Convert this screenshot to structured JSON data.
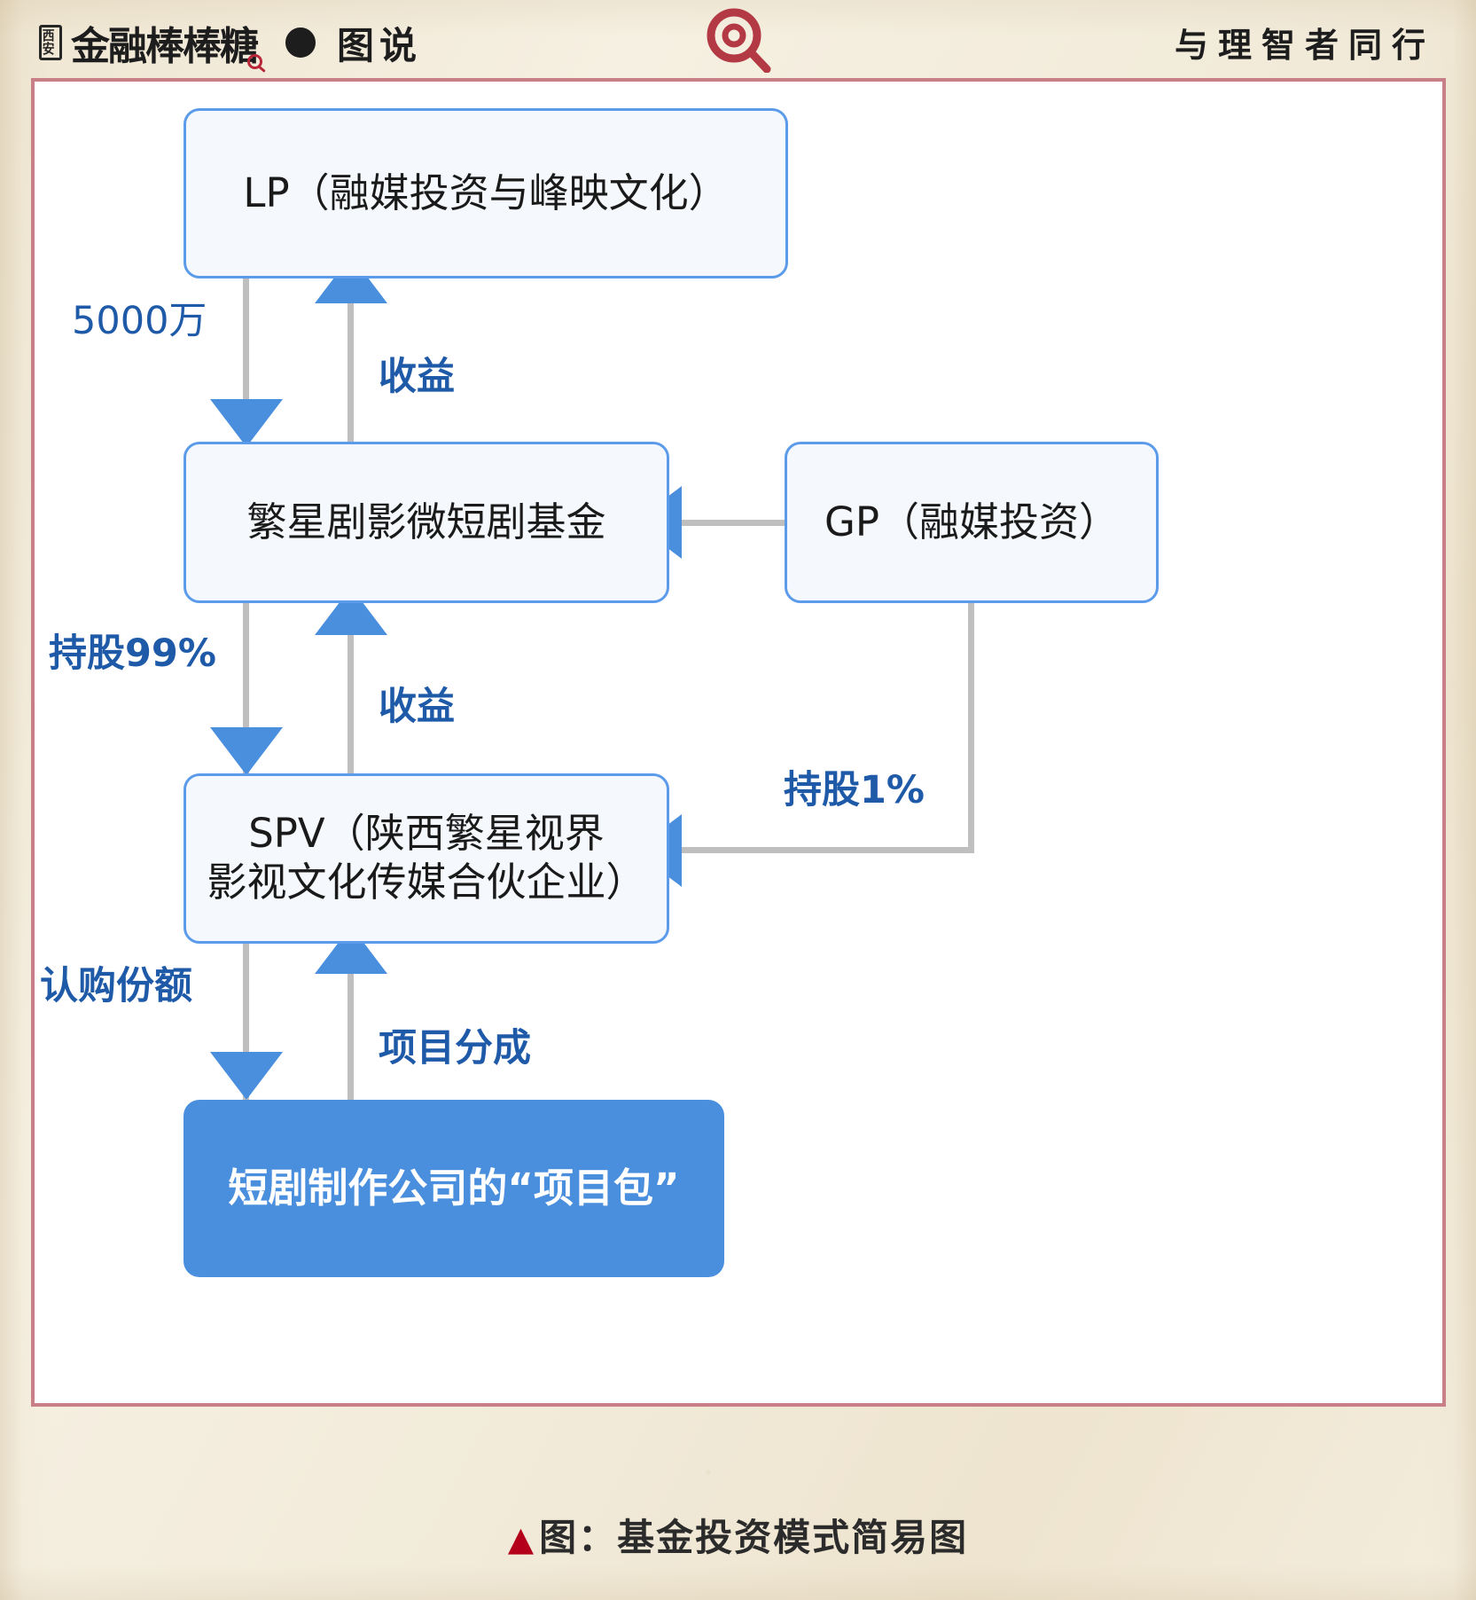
{
  "header": {
    "brand_city": "西安",
    "brand_name": "金融棒棒糖",
    "bullet_icon": "filled-circle-icon",
    "section_label": "图说",
    "center_logo_icon": "magnifier-logo-icon",
    "tagline": "与理智者同行"
  },
  "diagram": {
    "title": "基金投资模式简易图",
    "nodes": [
      {
        "id": "lp",
        "label": "LP（融媒投资与峰映文化）",
        "style": "light"
      },
      {
        "id": "fund",
        "label": "繁星剧影微短剧基金",
        "style": "light"
      },
      {
        "id": "gp",
        "label": "GP（融媒投资）",
        "style": "light"
      },
      {
        "id": "spv",
        "label": "SPV（陕西繁星视界\n影视文化传媒合伙企业）",
        "style": "light"
      },
      {
        "id": "pkg",
        "label": "短剧制作公司的“项目包”",
        "style": "filled"
      }
    ],
    "spv_line1": "SPV（陕西繁星视界",
    "spv_line2": "影视文化传媒合伙企业）",
    "edges": [
      {
        "id": "lp-to-fund",
        "label": "5000万",
        "from": "lp",
        "to": "fund",
        "direction": "down"
      },
      {
        "id": "fund-to-lp",
        "label": "收益",
        "from": "fund",
        "to": "lp",
        "direction": "up"
      },
      {
        "id": "fund-to-spv",
        "label": "持股99%",
        "from": "fund",
        "to": "spv",
        "direction": "down"
      },
      {
        "id": "spv-to-fund",
        "label": "收益",
        "from": "spv",
        "to": "fund",
        "direction": "up"
      },
      {
        "id": "spv-to-pkg",
        "label": "认购份额",
        "from": "spv",
        "to": "pkg",
        "direction": "down"
      },
      {
        "id": "pkg-to-spv",
        "label": "项目分成",
        "from": "pkg",
        "to": "spv",
        "direction": "up"
      },
      {
        "id": "gp-to-fund",
        "label": "",
        "from": "gp",
        "to": "fund",
        "direction": "left"
      },
      {
        "id": "gp-to-spv",
        "label": "持股1%",
        "from": "gp",
        "to": "spv",
        "direction": "left"
      }
    ]
  },
  "caption": {
    "marker": "▲",
    "text": "图：基金投资模式简易图"
  },
  "colors": {
    "page_background": "#f3ecdc",
    "frame_border": "#c97f88",
    "node_border": "#5b9bea",
    "node_fill": "#f5f9fd",
    "accent_blue": "#4a8fdd",
    "label_blue": "#1e5aa8",
    "connector_gray": "#bfbfbf",
    "caption_red": "#b5001b"
  }
}
